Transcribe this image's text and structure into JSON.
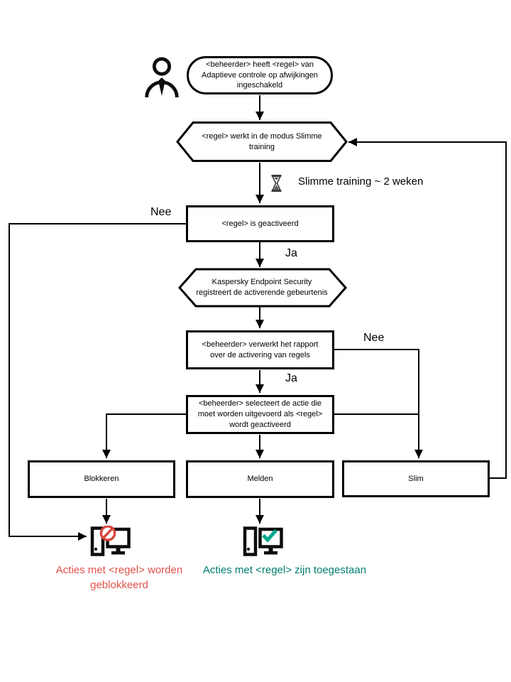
{
  "flowchart": {
    "nodes": {
      "start": "<beheerder> heeft <regel> van Adaptieve controle op afwijkingen ingeschakeld",
      "training_mode": "<regel> werkt in de modus Slimme training",
      "rule_activated": "<regel> is geactiveerd",
      "kes_registers": "Kaspersky Endpoint Security registreert de activerende gebeurtenis",
      "admin_report": "<beheerder> verwerkt het rapport over de activering van regels",
      "admin_action": "<beheerder> selecteert de actie die moet worden uitgevoerd als <regel> wordt geactiveerd",
      "action_block": "Blokkeren",
      "action_notify": "Melden",
      "action_smart": "Slim"
    },
    "annotations": {
      "training_duration": "Slimme training ~ 2 weken",
      "result_blocked": "Acties met <regel> worden geblokkeerd",
      "result_allowed": "Acties met <regel> zijn toegestaan"
    },
    "edge_labels": {
      "activated_no": "Nee",
      "activated_yes": "Ja",
      "report_no": "Nee",
      "report_yes": "Ja"
    },
    "icons": {
      "actor": "person-icon",
      "training_wait": "hourglass-icon",
      "blocked_endpoint": "computer-prohibited-icon",
      "allowed_endpoint": "computer-check-icon",
      "prohibition": "no-sign-icon",
      "check": "checkmark-icon"
    },
    "colors": {
      "connector": "#000000",
      "result_blocked_text": "#e0524a",
      "result_allowed_text": "#007d70",
      "prohibition_sign": "#d8453c",
      "checkmark": "#00a88e",
      "hourglass": "#3a3a3a"
    }
  }
}
